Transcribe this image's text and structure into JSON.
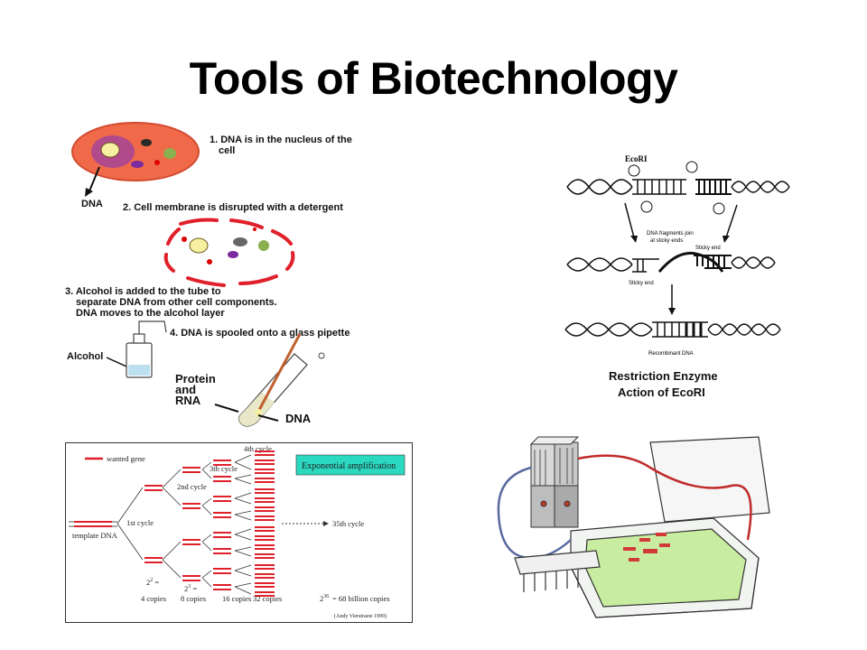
{
  "slide": {
    "title": "Tools of Biotechnology"
  },
  "dna_extraction": {
    "step1": "1. DNA is in the nucleus of the",
    "step1b": "cell",
    "dna_label": "DNA",
    "step2": "2. Cell membrane  is disrupted with a detergent",
    "step3a": "3. Alcohol is added to the tube to",
    "step3b": "separate DNA from other cell components.",
    "step3c": "DNA moves to the alcohol layer",
    "step4": "4. DNA is spooled onto a glass pipette",
    "alcohol_label": "Alcohol",
    "protein_label": "Protein",
    "and_label": "and",
    "rna_label": "RNA",
    "dna_label2": "DNA"
  },
  "restriction": {
    "enzyme_name": "EcoRI",
    "fragments_a": "DNA fragments join",
    "fragments_b": "at sticky ends",
    "sticky_end_top": "Sticky end",
    "sticky_end_bottom": "Sticky end",
    "recombinant": "Recombinant DNA",
    "caption_a": "Restriction Enzyme",
    "caption_b": "Action of EcoRI"
  },
  "pcr": {
    "legend": "wanted gene",
    "box": "Exponential amplification",
    "template": "template DNA",
    "cycle1": "1st cycle",
    "cycle2": "2nd cycle",
    "cycle3": "3th cycle",
    "cycle4": "4th cycle",
    "cycle35": "35th cycle",
    "c2": "4 copies",
    "c3": "8 copies",
    "c4": "16 copies",
    "c5": "32 copies",
    "c36": "= 68 billion copies",
    "credit": "(Andy Vierstraete 1999)"
  },
  "colors": {
    "red": "#e0202a",
    "cell_fill": "#f06a4a",
    "highlight_box": "#2bd8c0",
    "gel": "#c8eca0"
  }
}
